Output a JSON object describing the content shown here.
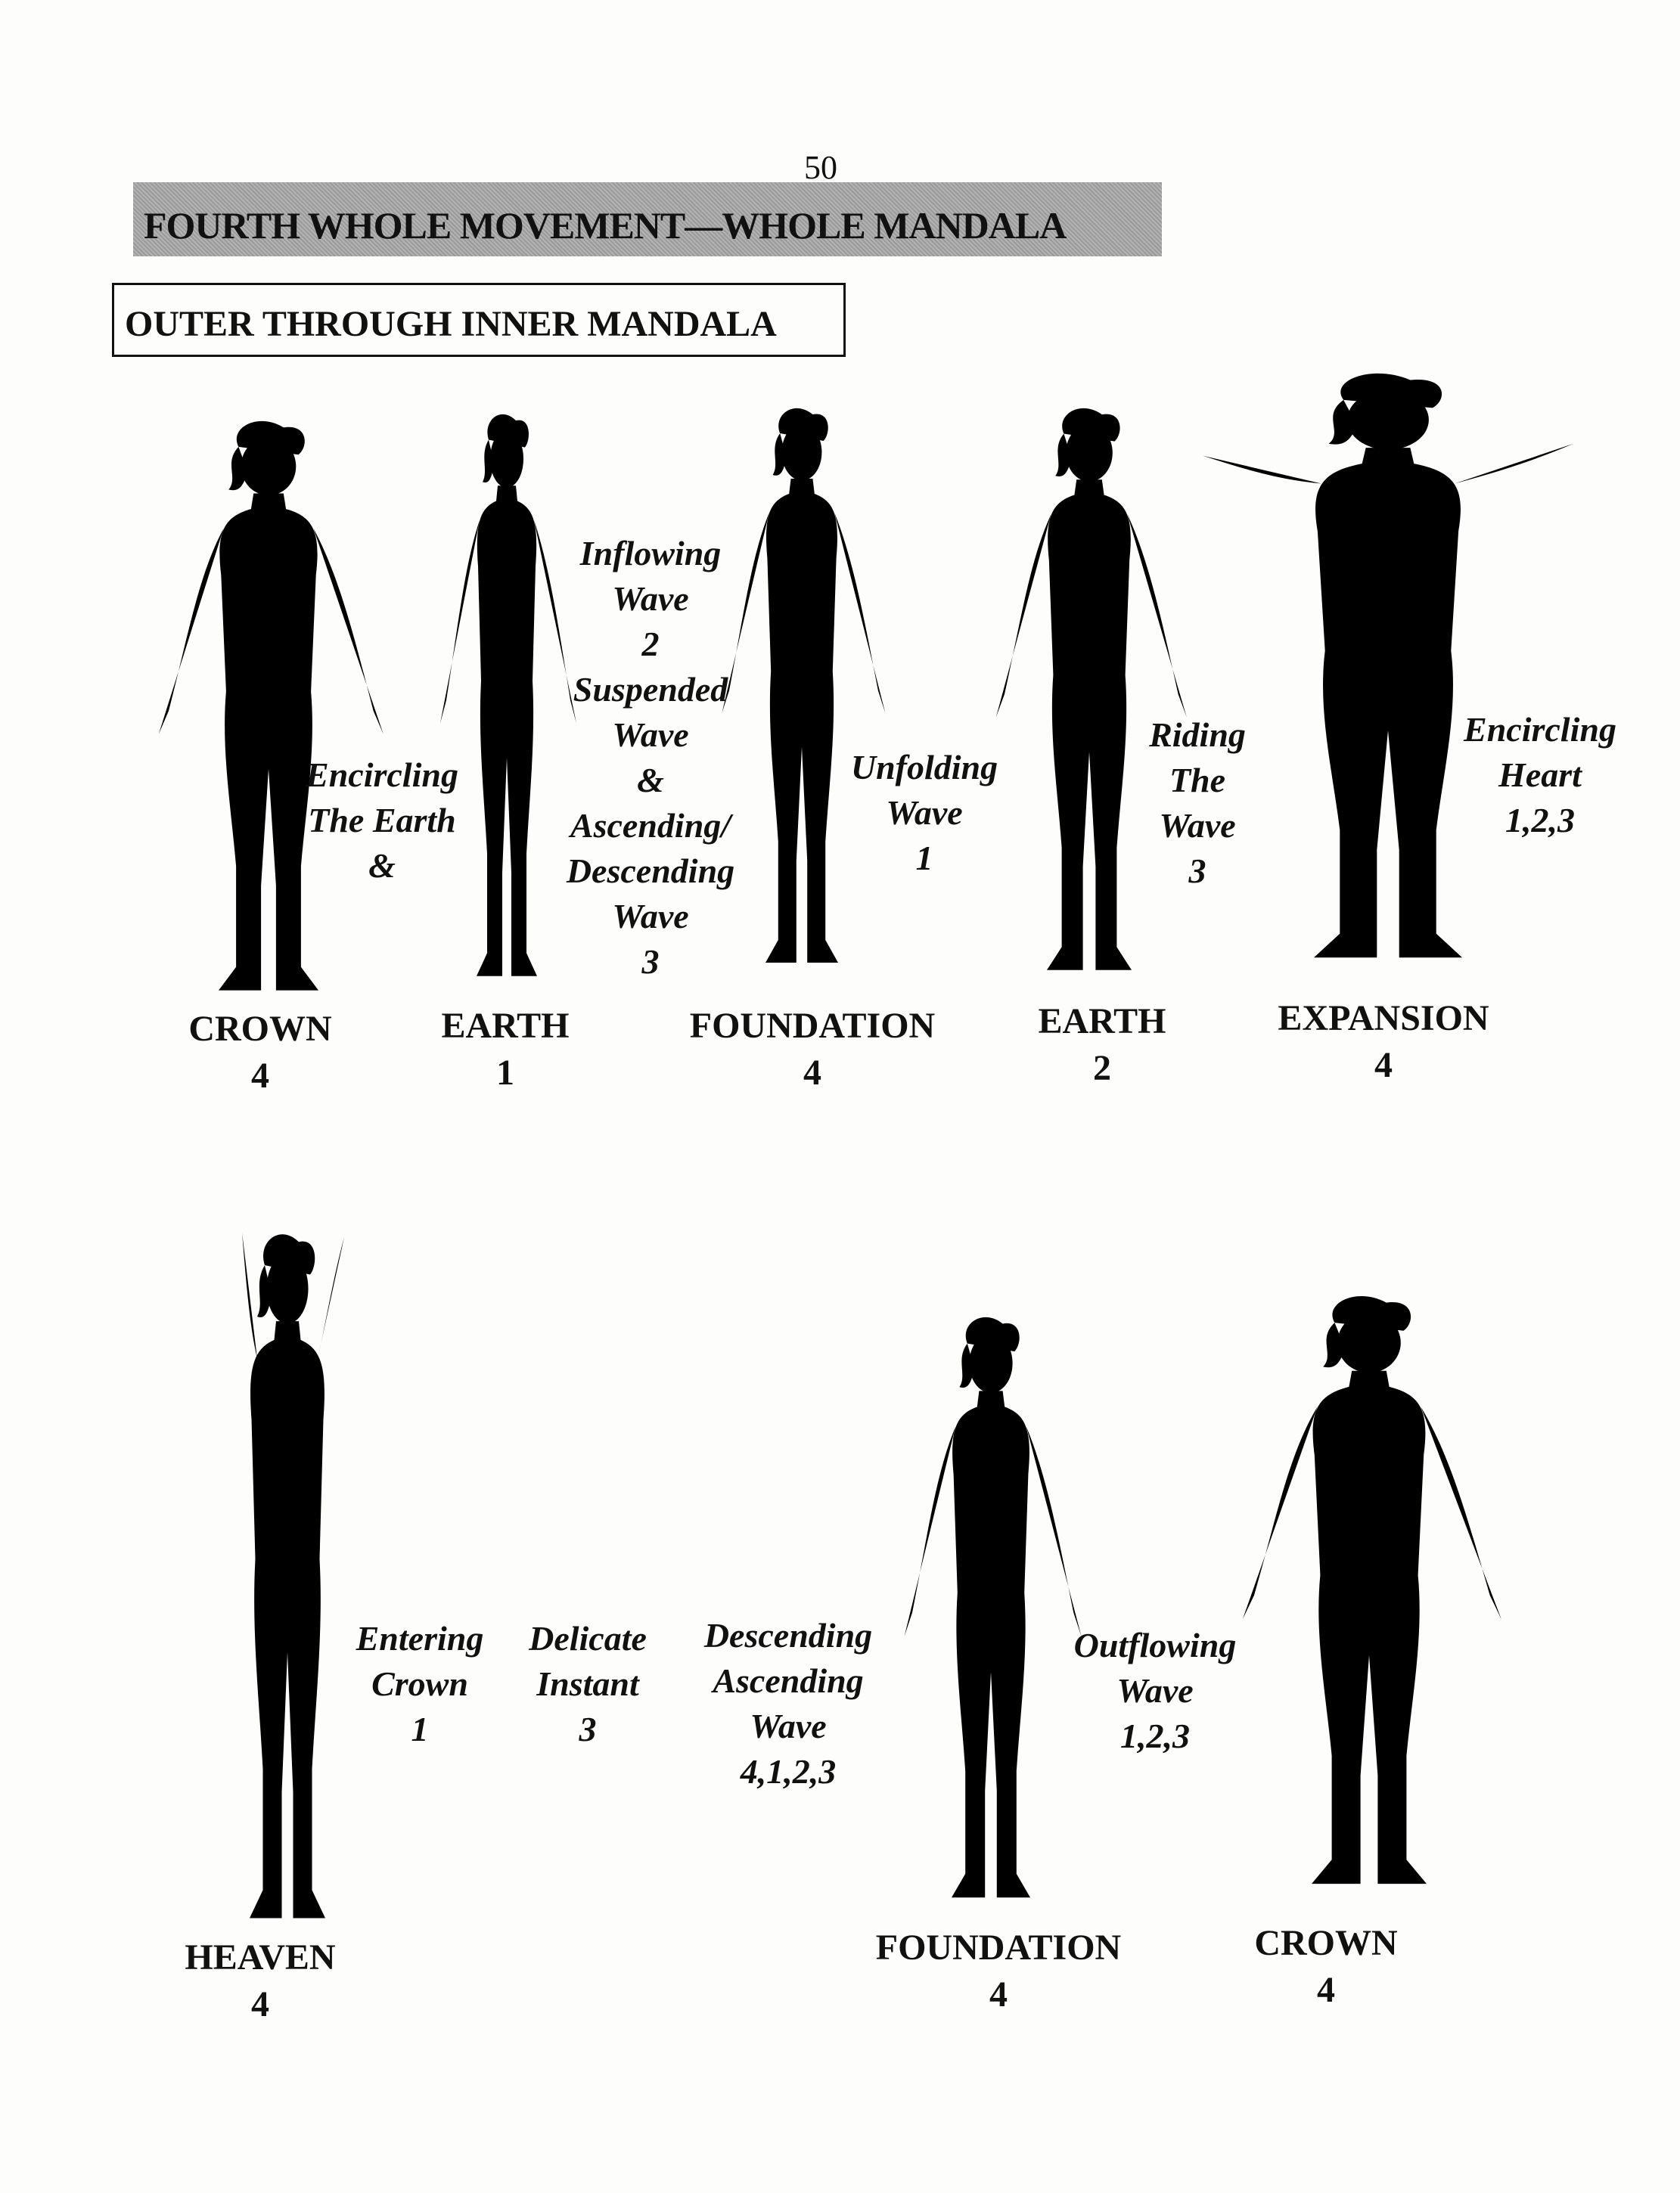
{
  "page_number": "50",
  "banner_title": "FOURTH WHOLE MOVEMENT—WHOLE MANDALA",
  "section_title": "OUTER THROUGH INNER MANDALA",
  "row1": {
    "positions": [
      {
        "name": "CROWN",
        "count": "4"
      },
      {
        "name": "EARTH",
        "count": "1"
      },
      {
        "name": "FOUNDATION",
        "count": "4"
      },
      {
        "name": "EARTH",
        "count": "2"
      },
      {
        "name": "EXPANSION",
        "count": "4"
      }
    ],
    "movements": [
      {
        "lines": [
          "Encircling",
          "The Earth",
          "&"
        ]
      },
      {
        "lines": [
          "Inflowing",
          "Wave",
          "2",
          "Suspended",
          "Wave",
          "&",
          "Ascending/",
          "Descending",
          "Wave",
          "3"
        ]
      },
      {
        "lines": [
          "Unfolding",
          "Wave",
          "1"
        ]
      },
      {
        "lines": [
          "Riding",
          "The",
          "Wave",
          "3"
        ]
      },
      {
        "lines": [
          "Encircling",
          "Heart",
          "1,2,3"
        ]
      }
    ]
  },
  "row2": {
    "positions": [
      {
        "name": "HEAVEN",
        "count": "4"
      },
      {
        "name": "FOUNDATION",
        "count": "4"
      },
      {
        "name": "CROWN",
        "count": "4"
      }
    ],
    "movements": [
      {
        "lines": [
          "Entering",
          "Crown",
          "1"
        ]
      },
      {
        "lines": [
          "Delicate",
          "Instant",
          "3"
        ]
      },
      {
        "lines": [
          "Descending",
          "Ascending",
          "Wave",
          "4,1,2,3"
        ]
      },
      {
        "lines": [
          "Outflowing",
          "Wave",
          "1,2,3"
        ]
      }
    ]
  }
}
